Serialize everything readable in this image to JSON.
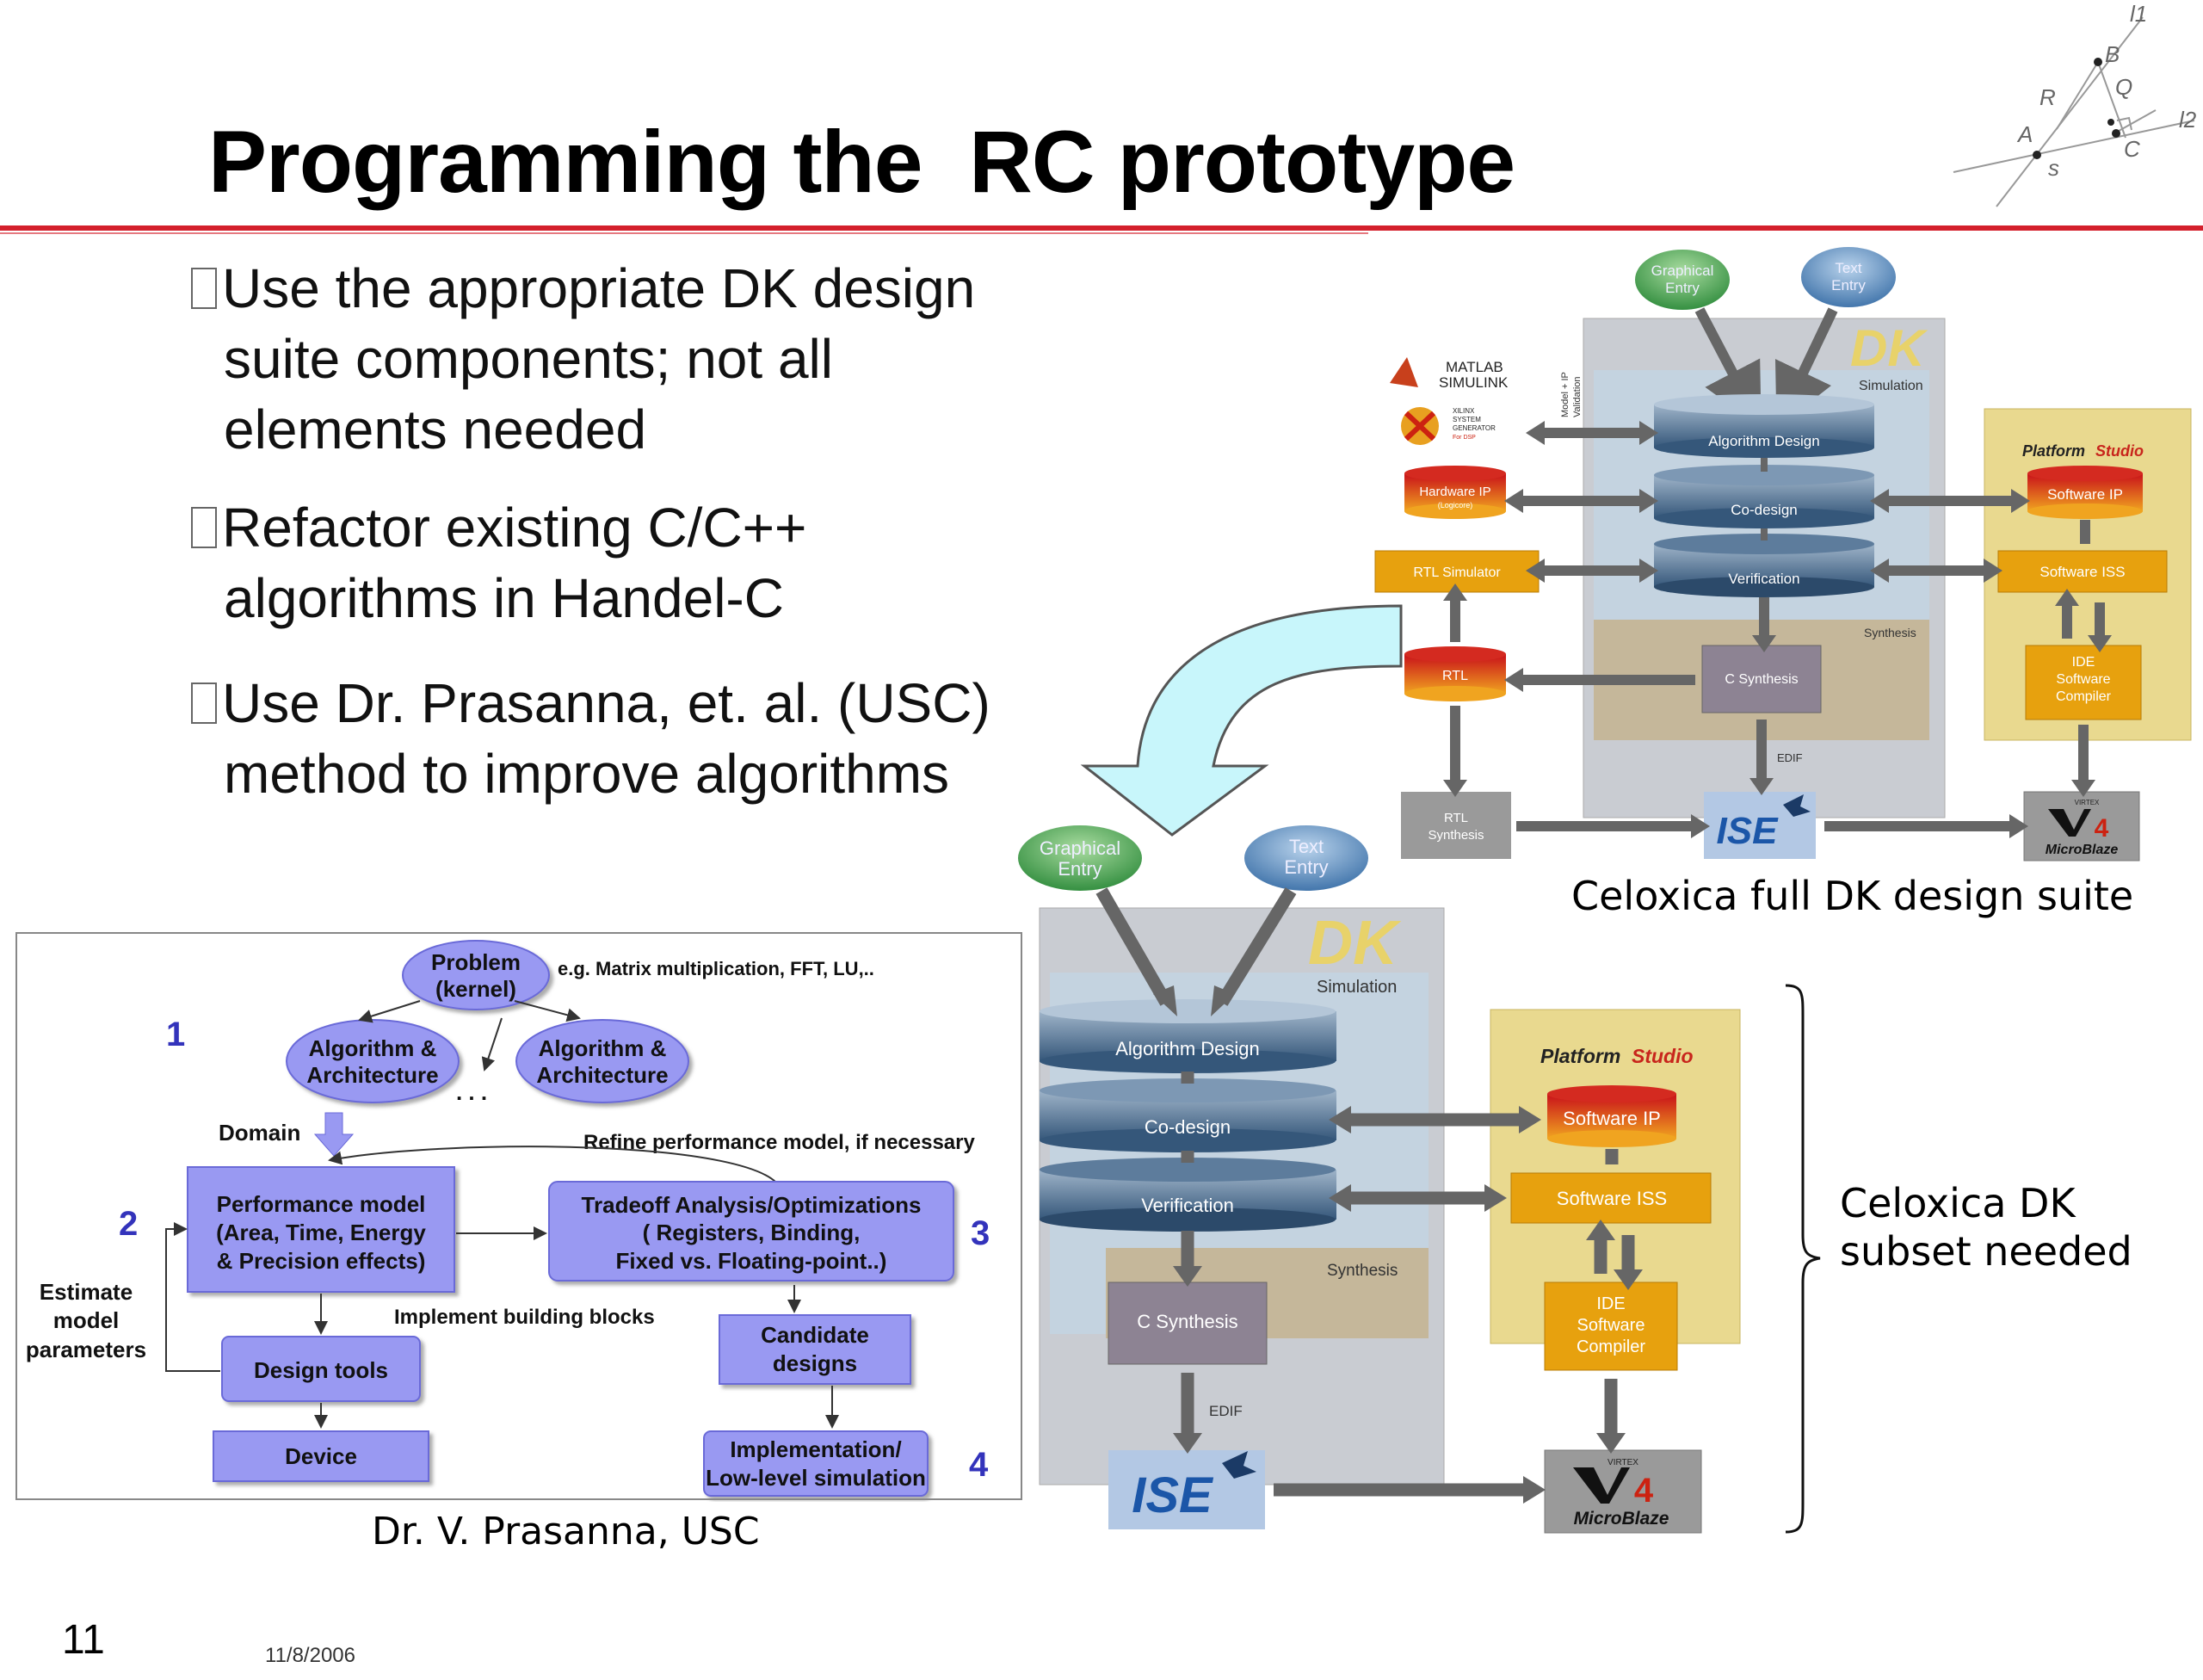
{
  "slide": {
    "title": "Programming the  RC prototype",
    "number": "11",
    "date": "11/8/2006"
  },
  "bullets": [
    {
      "lines": [
        "Use the appropriate DK design",
        "suite components; not all",
        "elements needed"
      ]
    },
    {
      "lines": [
        "Refactor existing C/C++",
        "algorithms in Handel-C"
      ]
    },
    {
      "lines": [
        "Use Dr. Prasanna, et. al. (USC)",
        "method to improve algorithms"
      ]
    }
  ],
  "logo": {
    "labels": [
      "l1",
      "B",
      "R",
      "Q",
      "l2",
      "A",
      "C",
      "s"
    ]
  },
  "full_suite": {
    "caption": "Celoxica full DK design suite",
    "graphical_entry": [
      "Graphical",
      "Entry"
    ],
    "text_entry": [
      "Text",
      "Entry"
    ],
    "dk_logo": "DK",
    "simulation": "Simulation",
    "synthesis": "Synthesis",
    "model_ip": [
      "Model + IP",
      "Validation"
    ],
    "matlab": [
      "MATLAB",
      "SIMULINK"
    ],
    "sysgen": [
      "XILINX",
      "SYSTEM",
      "GENERATOR",
      "For DSP"
    ],
    "algorithm_design": "Algorithm Design",
    "codesign": "Co-design",
    "verification": "Verification",
    "hardware_ip": [
      "Hardware IP",
      "(Logicore)"
    ],
    "rtl_simulator": "RTL Simulator",
    "rtl": "RTL",
    "c_synthesis": "C Synthesis",
    "rtl_synthesis": [
      "RTL",
      "Synthesis"
    ],
    "edif": "EDIF",
    "ise": "ISE",
    "platform_studio": [
      "Platform",
      "Studio"
    ],
    "software_ip": "Software IP",
    "software_iss": "Software ISS",
    "ide": [
      "IDE",
      "Software",
      "Compiler"
    ],
    "virtex": "VIRTEX",
    "v4": "4",
    "microblaze": "MicroBlaze"
  },
  "subset": {
    "caption": [
      "Celoxica DK",
      "subset needed"
    ],
    "graphical_entry": [
      "Graphical",
      "Entry"
    ],
    "text_entry": [
      "Text",
      "Entry"
    ],
    "dk_logo": "DK",
    "simulation": "Simulation",
    "synthesis": "Synthesis",
    "algorithm_design": "Algorithm Design",
    "codesign": "Co-design",
    "verification": "Verification",
    "c_synthesis": "C Synthesis",
    "edif": "EDIF",
    "ise": "ISE",
    "platform_studio": [
      "Platform",
      "Studio"
    ],
    "software_ip": "Software IP",
    "software_iss": "Software ISS",
    "ide": [
      "IDE",
      "Software",
      "Compiler"
    ],
    "virtex": "VIRTEX",
    "v4": "4",
    "microblaze": "MicroBlaze"
  },
  "usc": {
    "caption": "Dr. V. Prasanna, USC",
    "problem": [
      "Problem",
      "(kernel)"
    ],
    "example": "e.g. Matrix multiplication, FFT, LU,..",
    "alg_arch": [
      "Algorithm &",
      "Architecture"
    ],
    "ellipsis": ". . .",
    "step1": "1",
    "step2": "2",
    "step3": "3",
    "step4": "4",
    "domain": "Domain",
    "refine": "Refine performance model, if necessary",
    "perf_model": [
      "Performance model",
      "(Area, Time, Energy",
      "& Precision effects)"
    ],
    "tradeoff": [
      "Tradeoff Analysis/Optimizations",
      "( Registers, Binding,",
      "Fixed vs. Floating-point..)"
    ],
    "estimate": [
      "Estimate",
      "model",
      "parameters"
    ],
    "implement": "Implement building blocks",
    "design_tools": "Design tools",
    "candidate": [
      "Candidate",
      "designs"
    ],
    "device": "Device",
    "impl_sim": [
      "Implementation/",
      "Low-level simulation"
    ]
  },
  "colors": {
    "accent_red": "#d4202c",
    "usc_box": "#9999f2",
    "usc_border": "#6a6ad8",
    "dk_gray": "#c9ccd2",
    "dk_sim": "#c4d3e0",
    "dk_synth": "#c5b79a",
    "platform": "#e9d98f",
    "orange": "#e7a10e",
    "cyan_arrow": "#c8f6fb"
  }
}
